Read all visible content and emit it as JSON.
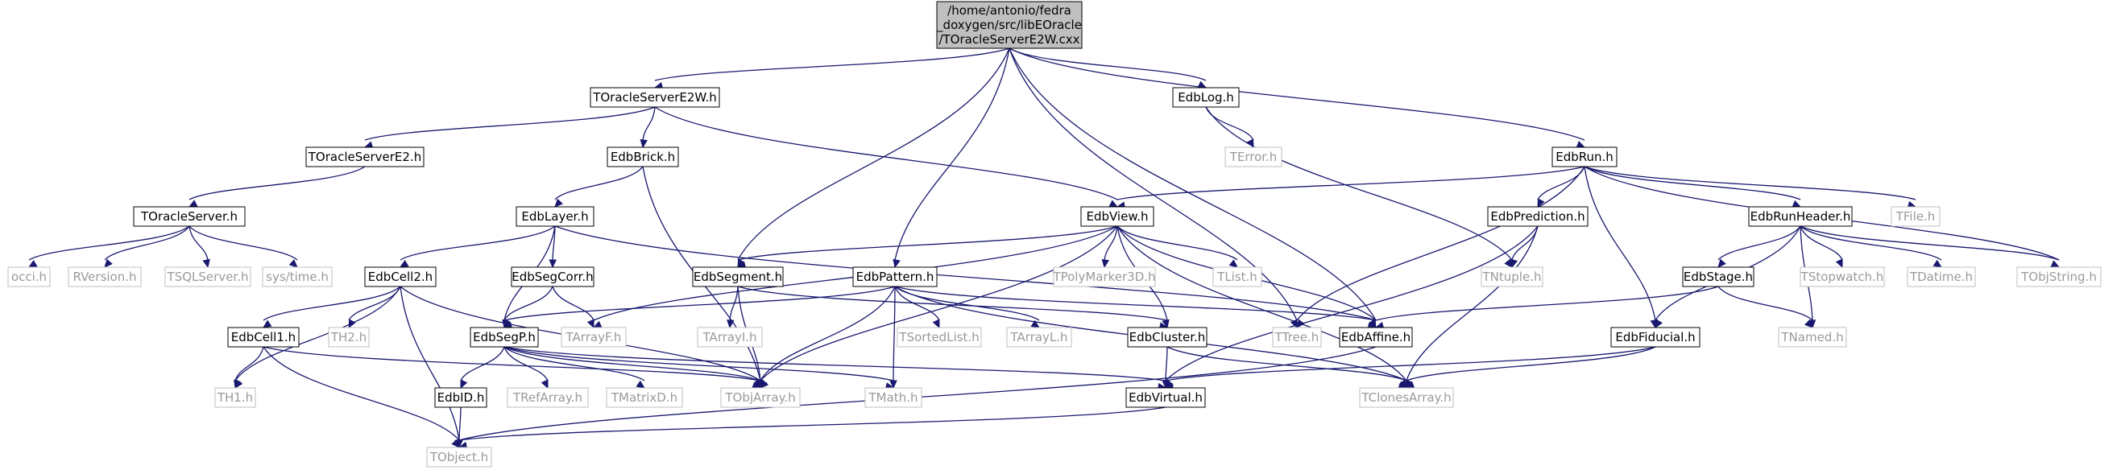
{
  "colors": {
    "edge": "#191970",
    "root_fill": "#bfbfbf",
    "box_border": "#000000",
    "external_border": "#bfbfbf",
    "external_text": "#9a9a9a"
  },
  "nodes": [
    {
      "id": "root",
      "lines": [
        "/home/antonio/fedra",
        "_doxygen/src/libEOracle",
        "/TOracleServerE2W.cxx"
      ],
      "kind": "root"
    },
    {
      "id": "TOracleServerE2W_h",
      "lines": [
        "TOracleServerE2W.h"
      ],
      "kind": "solid"
    },
    {
      "id": "EdbLog_h",
      "lines": [
        "EdbLog.h"
      ],
      "kind": "solid"
    },
    {
      "id": "EdbRun_h",
      "lines": [
        "EdbRun.h"
      ],
      "kind": "solid"
    },
    {
      "id": "TOracleServerE2_h",
      "lines": [
        "TOracleServerE2.h"
      ],
      "kind": "solid"
    },
    {
      "id": "EdbBrick_h",
      "lines": [
        "EdbBrick.h"
      ],
      "kind": "solid"
    },
    {
      "id": "TError_h",
      "lines": [
        "TError.h"
      ],
      "kind": "gray"
    },
    {
      "id": "TOracleServer_h",
      "lines": [
        "TOracleServer.h"
      ],
      "kind": "solid"
    },
    {
      "id": "EdbLayer_h",
      "lines": [
        "EdbLayer.h"
      ],
      "kind": "solid"
    },
    {
      "id": "EdbView_h",
      "lines": [
        "EdbView.h"
      ],
      "kind": "solid"
    },
    {
      "id": "EdbPrediction_h",
      "lines": [
        "EdbPrediction.h"
      ],
      "kind": "solid"
    },
    {
      "id": "EdbRunHeader_h",
      "lines": [
        "EdbRunHeader.h"
      ],
      "kind": "solid"
    },
    {
      "id": "TFile_h",
      "lines": [
        "TFile.h"
      ],
      "kind": "gray"
    },
    {
      "id": "occi_h",
      "lines": [
        "occi.h"
      ],
      "kind": "gray"
    },
    {
      "id": "RVersion_h",
      "lines": [
        "RVersion.h"
      ],
      "kind": "gray"
    },
    {
      "id": "TSQLServer_h",
      "lines": [
        "TSQLServer.h"
      ],
      "kind": "gray"
    },
    {
      "id": "systime_h",
      "lines": [
        "sys/time.h"
      ],
      "kind": "gray"
    },
    {
      "id": "EdbCell2_h",
      "lines": [
        "EdbCell2.h"
      ],
      "kind": "solid"
    },
    {
      "id": "EdbSegCorr_h",
      "lines": [
        "EdbSegCorr.h"
      ],
      "kind": "solid"
    },
    {
      "id": "EdbSegment_h",
      "lines": [
        "EdbSegment.h"
      ],
      "kind": "solid"
    },
    {
      "id": "EdbPattern_h",
      "lines": [
        "EdbPattern.h"
      ],
      "kind": "solid"
    },
    {
      "id": "TPolyMarker3D_h",
      "lines": [
        "TPolyMarker3D.h"
      ],
      "kind": "gray"
    },
    {
      "id": "TList_h",
      "lines": [
        "TList.h"
      ],
      "kind": "gray"
    },
    {
      "id": "TNtuple_h",
      "lines": [
        "TNtuple.h"
      ],
      "kind": "gray"
    },
    {
      "id": "EdbStage_h",
      "lines": [
        "EdbStage.h"
      ],
      "kind": "solid"
    },
    {
      "id": "TStopwatch_h",
      "lines": [
        "TStopwatch.h"
      ],
      "kind": "gray"
    },
    {
      "id": "TDatime_h",
      "lines": [
        "TDatime.h"
      ],
      "kind": "gray"
    },
    {
      "id": "TObjString_h",
      "lines": [
        "TObjString.h"
      ],
      "kind": "gray"
    },
    {
      "id": "EdbCell1_h",
      "lines": [
        "EdbCell1.h"
      ],
      "kind": "solid"
    },
    {
      "id": "TH2_h",
      "lines": [
        "TH2.h"
      ],
      "kind": "gray"
    },
    {
      "id": "EdbSegP_h",
      "lines": [
        "EdbSegP.h"
      ],
      "kind": "solid"
    },
    {
      "id": "TArrayF_h",
      "lines": [
        "TArrayF.h"
      ],
      "kind": "gray"
    },
    {
      "id": "TArrayI_h",
      "lines": [
        "TArrayI.h"
      ],
      "kind": "gray"
    },
    {
      "id": "TSortedList_h",
      "lines": [
        "TSortedList.h"
      ],
      "kind": "gray"
    },
    {
      "id": "TArrayL_h",
      "lines": [
        "TArrayL.h"
      ],
      "kind": "gray"
    },
    {
      "id": "EdbCluster_h",
      "lines": [
        "EdbCluster.h"
      ],
      "kind": "solid"
    },
    {
      "id": "TTree_h",
      "lines": [
        "TTree.h"
      ],
      "kind": "gray"
    },
    {
      "id": "EdbAffine_h",
      "lines": [
        "EdbAffine.h"
      ],
      "kind": "solid"
    },
    {
      "id": "EdbFiducial_h",
      "lines": [
        "EdbFiducial.h"
      ],
      "kind": "solid"
    },
    {
      "id": "TNamed_h",
      "lines": [
        "TNamed.h"
      ],
      "kind": "gray"
    },
    {
      "id": "TH1_h",
      "lines": [
        "TH1.h"
      ],
      "kind": "gray"
    },
    {
      "id": "EdbID_h",
      "lines": [
        "EdbID.h"
      ],
      "kind": "solid"
    },
    {
      "id": "TRefArray_h",
      "lines": [
        "TRefArray.h"
      ],
      "kind": "gray"
    },
    {
      "id": "TMatrixD_h",
      "lines": [
        "TMatrixD.h"
      ],
      "kind": "gray"
    },
    {
      "id": "TObjArray_h",
      "lines": [
        "TObjArray.h"
      ],
      "kind": "gray"
    },
    {
      "id": "TMath_h",
      "lines": [
        "TMath.h"
      ],
      "kind": "gray"
    },
    {
      "id": "EdbVirtual_h",
      "lines": [
        "EdbVirtual.h"
      ],
      "kind": "solid"
    },
    {
      "id": "TClonesArray_h",
      "lines": [
        "TClonesArray.h"
      ],
      "kind": "gray"
    },
    {
      "id": "TObject_h",
      "lines": [
        "TObject.h"
      ],
      "kind": "gray"
    }
  ],
  "edges": [
    [
      "root",
      "TOracleServerE2W_h"
    ],
    [
      "root",
      "EdbSegment_h"
    ],
    [
      "root",
      "EdbPattern_h"
    ],
    [
      "root",
      "EdbAffine_h"
    ],
    [
      "root",
      "EdbLog_h"
    ],
    [
      "root",
      "TTree_h"
    ],
    [
      "root",
      "EdbRun_h"
    ],
    [
      "TOracleServerE2W_h",
      "TOracleServerE2_h"
    ],
    [
      "TOracleServerE2W_h",
      "EdbBrick_h"
    ],
    [
      "TOracleServerE2W_h",
      "EdbView_h"
    ],
    [
      "TOracleServerE2_h",
      "TOracleServer_h"
    ],
    [
      "TOracleServer_h",
      "occi_h"
    ],
    [
      "TOracleServer_h",
      "RVersion_h"
    ],
    [
      "TOracleServer_h",
      "TSQLServer_h"
    ],
    [
      "TOracleServer_h",
      "systime_h"
    ],
    [
      "EdbBrick_h",
      "EdbLayer_h"
    ],
    [
      "EdbBrick_h",
      "TObjArray_h"
    ],
    [
      "EdbLayer_h",
      "EdbCell2_h"
    ],
    [
      "EdbLayer_h",
      "EdbSegCorr_h"
    ],
    [
      "EdbLayer_h",
      "EdbSegP_h"
    ],
    [
      "EdbLayer_h",
      "EdbAffine_h"
    ],
    [
      "EdbCell2_h",
      "EdbCell1_h"
    ],
    [
      "EdbCell2_h",
      "TH2_h"
    ],
    [
      "EdbCell2_h",
      "TH1_h"
    ],
    [
      "EdbCell2_h",
      "TObject_h"
    ],
    [
      "EdbCell2_h",
      "TObjArray_h"
    ],
    [
      "EdbCell1_h",
      "TH1_h"
    ],
    [
      "EdbCell1_h",
      "TObject_h"
    ],
    [
      "EdbCell1_h",
      "TObjArray_h"
    ],
    [
      "EdbSegCorr_h",
      "EdbSegP_h"
    ],
    [
      "EdbSegCorr_h",
      "TArrayF_h"
    ],
    [
      "EdbSegP_h",
      "EdbID_h"
    ],
    [
      "EdbSegP_h",
      "TRefArray_h"
    ],
    [
      "EdbSegP_h",
      "TMatrixD_h"
    ],
    [
      "EdbSegP_h",
      "TObjArray_h"
    ],
    [
      "EdbSegP_h",
      "TMath_h"
    ],
    [
      "EdbSegP_h",
      "EdbVirtual_h"
    ],
    [
      "EdbID_h",
      "TObject_h"
    ],
    [
      "EdbLog_h",
      "TError_h"
    ],
    [
      "EdbLog_h",
      "TNtuple_h"
    ],
    [
      "EdbRun_h",
      "EdbView_h"
    ],
    [
      "EdbRun_h",
      "EdbPrediction_h"
    ],
    [
      "EdbRun_h",
      "EdbRunHeader_h"
    ],
    [
      "EdbRun_h",
      "TFile_h"
    ],
    [
      "EdbRun_h",
      "TObjString_h"
    ],
    [
      "EdbRun_h",
      "TTree_h"
    ],
    [
      "EdbRun_h",
      "EdbFiducial_h"
    ],
    [
      "EdbView_h",
      "EdbSegment_h"
    ],
    [
      "EdbView_h",
      "TPolyMarker3D_h"
    ],
    [
      "EdbView_h",
      "TList_h"
    ],
    [
      "EdbView_h",
      "EdbCluster_h"
    ],
    [
      "EdbView_h",
      "TArrayF_h"
    ],
    [
      "EdbView_h",
      "TObjArray_h"
    ],
    [
      "EdbView_h",
      "EdbAffine_h"
    ],
    [
      "EdbView_h",
      "TClonesArray_h"
    ],
    [
      "EdbSegment_h",
      "TArrayI_h"
    ],
    [
      "EdbSegment_h",
      "TObjArray_h"
    ],
    [
      "EdbSegment_h",
      "EdbCluster_h"
    ],
    [
      "EdbPattern_h",
      "EdbSegP_h"
    ],
    [
      "EdbPattern_h",
      "TSortedList_h"
    ],
    [
      "EdbPattern_h",
      "TArrayL_h"
    ],
    [
      "EdbPattern_h",
      "TObjArray_h"
    ],
    [
      "EdbPattern_h",
      "TMath_h"
    ],
    [
      "EdbPattern_h",
      "EdbAffine_h"
    ],
    [
      "EdbPattern_h",
      "TClonesArray_h"
    ],
    [
      "EdbCluster_h",
      "EdbVirtual_h"
    ],
    [
      "EdbCluster_h",
      "TClonesArray_h"
    ],
    [
      "EdbVirtual_h",
      "TObject_h"
    ],
    [
      "EdbAffine_h",
      "TObject_h"
    ],
    [
      "EdbPrediction_h",
      "TNtuple_h"
    ],
    [
      "EdbPrediction_h",
      "TClonesArray_h"
    ],
    [
      "EdbPrediction_h",
      "EdbVirtual_h"
    ],
    [
      "EdbRunHeader_h",
      "EdbStage_h"
    ],
    [
      "EdbRunHeader_h",
      "TStopwatch_h"
    ],
    [
      "EdbRunHeader_h",
      "TDatime_h"
    ],
    [
      "EdbRunHeader_h",
      "TObjString_h"
    ],
    [
      "EdbRunHeader_h",
      "TNamed_h"
    ],
    [
      "EdbRunHeader_h",
      "EdbFiducial_h"
    ],
    [
      "EdbStage_h",
      "EdbAffine_h"
    ],
    [
      "EdbStage_h",
      "TNamed_h"
    ],
    [
      "EdbFiducial_h",
      "EdbVirtual_h"
    ],
    [
      "EdbFiducial_h",
      "TClonesArray_h"
    ]
  ]
}
